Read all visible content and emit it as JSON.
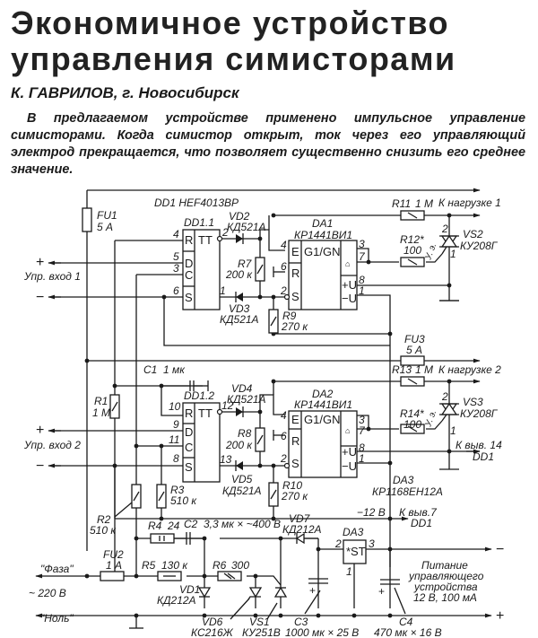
{
  "article": {
    "title_line1": "Экономичное устройство",
    "title_line2": "управления симисторами",
    "author": "К. ГАВРИЛОВ, г. Новосибирск",
    "intro": "В предлагаемом устройстве применено импульсное управление симисторами. Когда симистор открыт, ток через его управляющий электрод прекращается, что позволяет существенно снизить его среднее значение."
  },
  "schematic": {
    "dd1_header": "DD1  HEF4013BP",
    "dd1_1": {
      "name": "DD1.1",
      "type": "TT",
      "pins": {
        "R": "4",
        "D": "5",
        "C": "3",
        "S": "6",
        "Q": "2",
        "Qn": "1"
      },
      "labels": {
        "R": "R",
        "D": "D",
        "C": "C",
        "S": "S"
      }
    },
    "dd1_2": {
      "name": "DD1.2",
      "type": "TT",
      "pins": {
        "R": "10",
        "D": "9",
        "C": "11",
        "S": "8",
        "Q": "12",
        "Qn": "13"
      },
      "labels": {
        "R": "R",
        "D": "D",
        "C": "C",
        "S": "S"
      }
    },
    "da1": {
      "name": "DA1",
      "part": "КР1441ВИ1",
      "func": "G1/GN",
      "pins": {
        "E": "4",
        "R": "6",
        "S": "2",
        "o1": "3",
        "o2": "7",
        "vp": "8",
        "vm": "1"
      },
      "labels": {
        "E": "E",
        "R": "R",
        "S": "S",
        "out": "⌂",
        "vp": "+U",
        "vm": "−U"
      }
    },
    "da2": {
      "name": "DA2",
      "part": "КР1441ВИ1",
      "func": "G1/GN",
      "pins": {
        "E": "4",
        "R": "6",
        "S": "2",
        "o1": "3",
        "o2": "7",
        "vp": "8",
        "vm": "1"
      },
      "labels": {
        "E": "E",
        "R": "R",
        "S": "S",
        "out": "⌂",
        "vp": "+U",
        "vm": "−U"
      }
    },
    "da3": {
      "name": "DA3",
      "part": "КР1168ЕН12А",
      "func": "*ST",
      "pins": {
        "in": "2",
        "out": "3",
        "gnd": "1"
      }
    },
    "fuses": [
      {
        "name": "FU1",
        "value": "5 А"
      },
      {
        "name": "FU2",
        "value": "1 А"
      },
      {
        "name": "FU3",
        "value": "5 А"
      }
    ],
    "resistors": [
      {
        "name": "R1",
        "value": "1 М"
      },
      {
        "name": "R2",
        "value": "510 к"
      },
      {
        "name": "R3",
        "value": "510 к"
      },
      {
        "name": "R4",
        "value": "24"
      },
      {
        "name": "R5",
        "value": "130 к"
      },
      {
        "name": "R6",
        "value": "300"
      },
      {
        "name": "R7",
        "value": "200 к"
      },
      {
        "name": "R8",
        "value": "200 к"
      },
      {
        "name": "R9",
        "value": "270 к"
      },
      {
        "name": "R10",
        "value": "270 к"
      },
      {
        "name": "R11",
        "value": "1 М"
      },
      {
        "name": "R12*",
        "value": "100"
      },
      {
        "name": "R13",
        "value": "1 М"
      },
      {
        "name": "R14*",
        "value": "100"
      }
    ],
    "capacitors": [
      {
        "name": "C1",
        "value": "1 мк"
      },
      {
        "name": "C2",
        "value": "3,3 мк × ~400 В"
      },
      {
        "name": "C3",
        "value": "1000 мк × 25 В"
      },
      {
        "name": "C4",
        "value": "470 мк × 16 В"
      }
    ],
    "diodes": [
      {
        "name": "VD1",
        "part": "КД212А"
      },
      {
        "name": "VD2",
        "part": "КД521А"
      },
      {
        "name": "VD3",
        "part": "КД521А"
      },
      {
        "name": "VD4",
        "part": "КД521А"
      },
      {
        "name": "VD5",
        "part": "КД521А"
      },
      {
        "name": "VD6",
        "part": "КС216Ж"
      },
      {
        "name": "VD7",
        "part": "КД212А"
      }
    ],
    "thyristors": [
      {
        "name": "VS1",
        "part": "КУ251В"
      },
      {
        "name": "VS2",
        "part": "КУ208Г",
        "pin_a": "2",
        "pin_g": "1",
        "gate_label": "У. э."
      },
      {
        "name": "VS3",
        "part": "КУ208Г",
        "pin_a": "2",
        "pin_g": "1",
        "gate_label": "У. э."
      }
    ],
    "terminals": {
      "in1": "Упр. вход 1",
      "in2": "Упр. вход 2",
      "plus": "+",
      "minus": "−",
      "load1": "К  нагрузке 1",
      "load2": "К  нагрузке 2",
      "pin14_line1": "К выв. 14",
      "pin14_line2": "DD1",
      "pin7_line1": "К выв.7",
      "pin7_line2": "DD1",
      "minus12": "−12 В",
      "phase": "\"Фаза\"",
      "neutral": "\"Ноль\"",
      "mains": "~ 220 В",
      "supply_l1": "Питание",
      "supply_l2": "управляющего",
      "supply_l3": "устройства",
      "supply_l4": "12 В, 100 мА"
    }
  }
}
